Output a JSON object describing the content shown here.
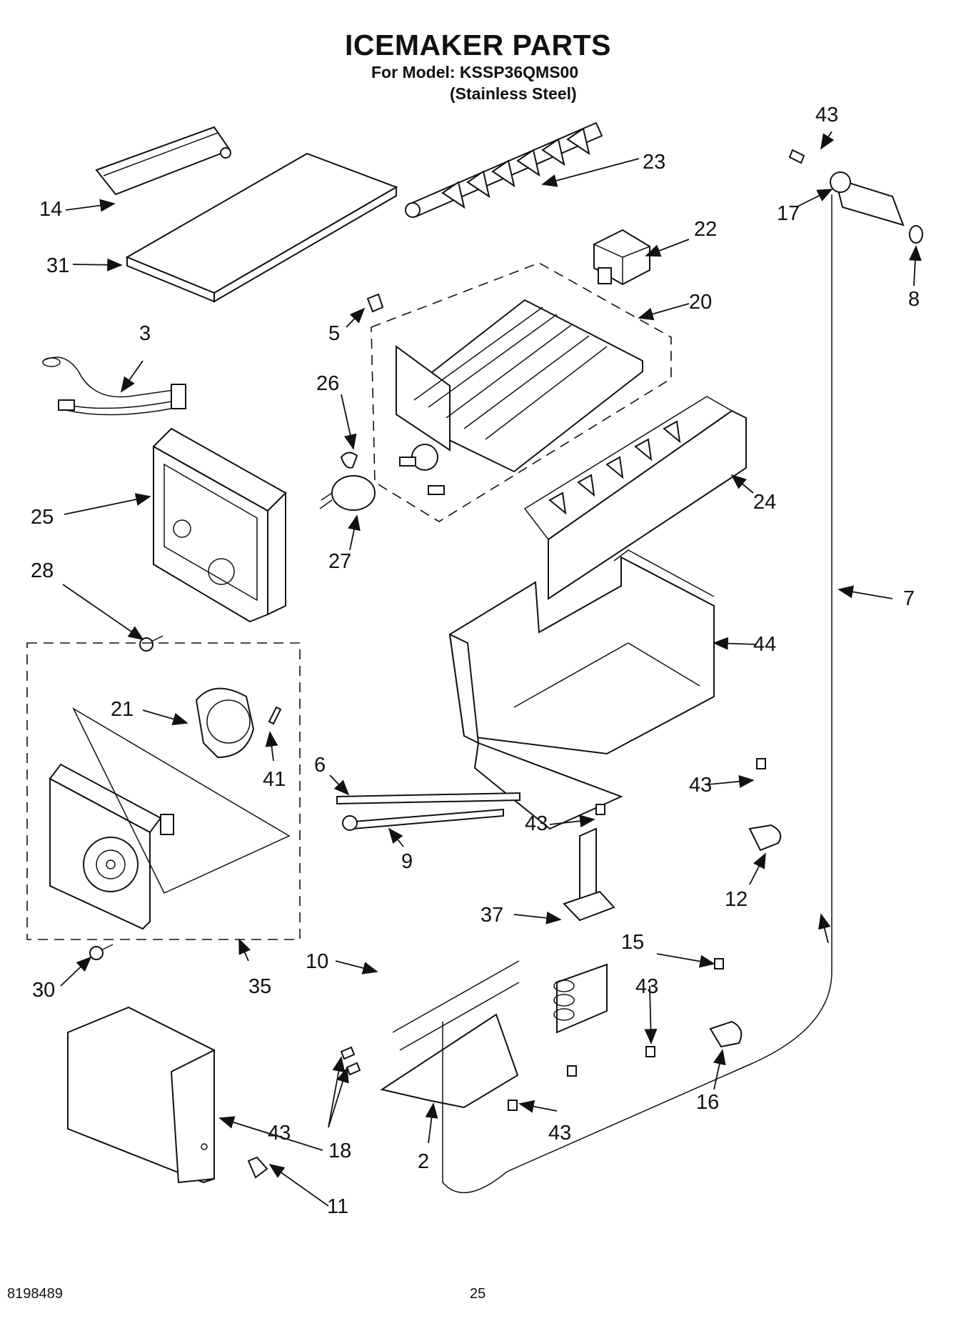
{
  "header": {
    "title": "ICEMAKER PARTS",
    "model_line": "For Model: KSSP36QMS00",
    "finish_line": "(Stainless Steel)"
  },
  "footer": {
    "doc_number": "8198489",
    "page_number": "25"
  },
  "callouts": {
    "c2": "2",
    "c3": "3",
    "c5": "5",
    "c6": "6",
    "c7": "7",
    "c8": "8",
    "c9": "9",
    "c10": "10",
    "c11": "11",
    "c12": "12",
    "c14": "14",
    "c15": "15",
    "c16": "16",
    "c17": "17",
    "c18": "18",
    "c20": "20",
    "c21": "21",
    "c22": "22",
    "c23": "23",
    "c24": "24",
    "c25": "25",
    "c26": "26",
    "c27": "27",
    "c28": "28",
    "c30": "30",
    "c31": "31",
    "c35": "35",
    "c37": "37",
    "c41": "41",
    "c43": "43",
    "c44": "44"
  }
}
